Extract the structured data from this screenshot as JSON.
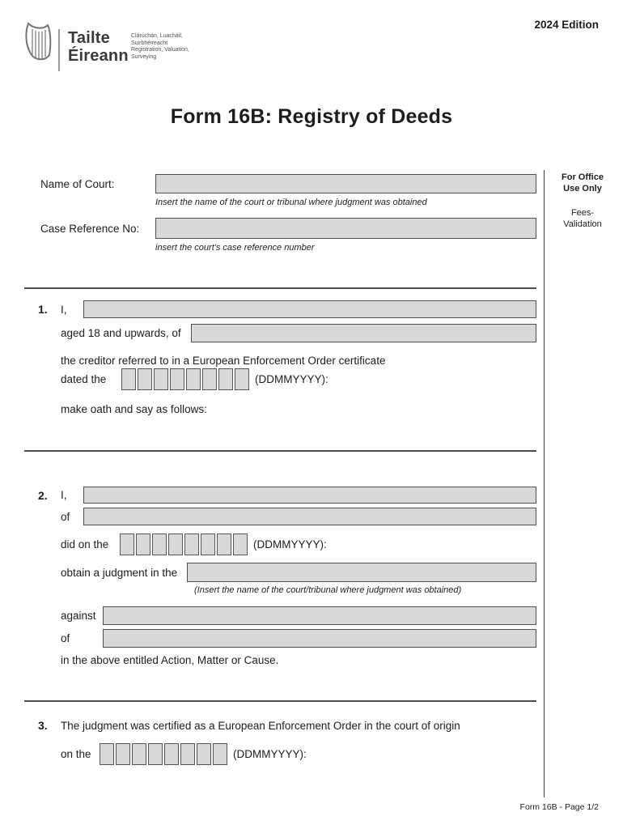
{
  "form": {
    "date_box_count": 8
  },
  "header": {
    "edition": "2024 Edition",
    "logo": {
      "harp_icon": "irish-harp",
      "org_line1": "Tailte",
      "org_line2": "Éireann",
      "tagline_irish_line1": "Clárúchán, Luacháil,",
      "tagline_irish_line2": "Suirbhéireacht",
      "tagline_en_line1": "Registration, Valuation,",
      "tagline_en_line2": "Surveying"
    }
  },
  "title": "Form 16B: Registry of Deeds",
  "office_panel": {
    "for_office_line1": "For Office",
    "for_office_line2": "Use Only",
    "fees_line1": "Fees-",
    "fees_line2": "Validation"
  },
  "court": {
    "name_label": "Name of Court:",
    "name_value": "",
    "name_hint": "Insert the name of the court or tribunal where judgment was obtained",
    "ref_label": "Case Reference No:",
    "ref_value": "",
    "ref_hint": "insert the court's case reference number"
  },
  "section1": {
    "number": "1.",
    "i_label": "I,",
    "i_value": "",
    "aged_label": "aged 18 and upwards, of",
    "aged_value": "",
    "creditor_line": "the creditor referred to in a European Enforcement Order certificate",
    "dated_label": "dated the",
    "date_format": "(DDMMYYYY):",
    "oath_line": "make oath and say as follows:"
  },
  "section2": {
    "number": "2.",
    "i_label": "I,",
    "i_value": "",
    "of_label": "of",
    "of_value": "",
    "did_label": "did on the",
    "date_format": "(DDMMYYYY):",
    "obtain_label": "obtain a judgment in the",
    "obtain_value": "",
    "obtain_hint": "(Insert the name of the court/tribunal where judgment was obtained)",
    "against_label": "against",
    "against_value": "",
    "of2_label": "of",
    "of2_value": "",
    "entitled_line": "in the above entitled Action, Matter or Cause."
  },
  "section3": {
    "number": "3.",
    "line1": "The judgment was certified as a European Enforcement Order in the court of origin",
    "on_label": "on the",
    "date_format": "(DDMMYYYY):"
  },
  "footer": {
    "page_label": "Form 16B - Page 1/2"
  },
  "colors": {
    "field_bg": "#d8d8d8",
    "field_border": "#4f4f4f",
    "text": "#1d1d1b",
    "rule": "#4d4d4d"
  }
}
